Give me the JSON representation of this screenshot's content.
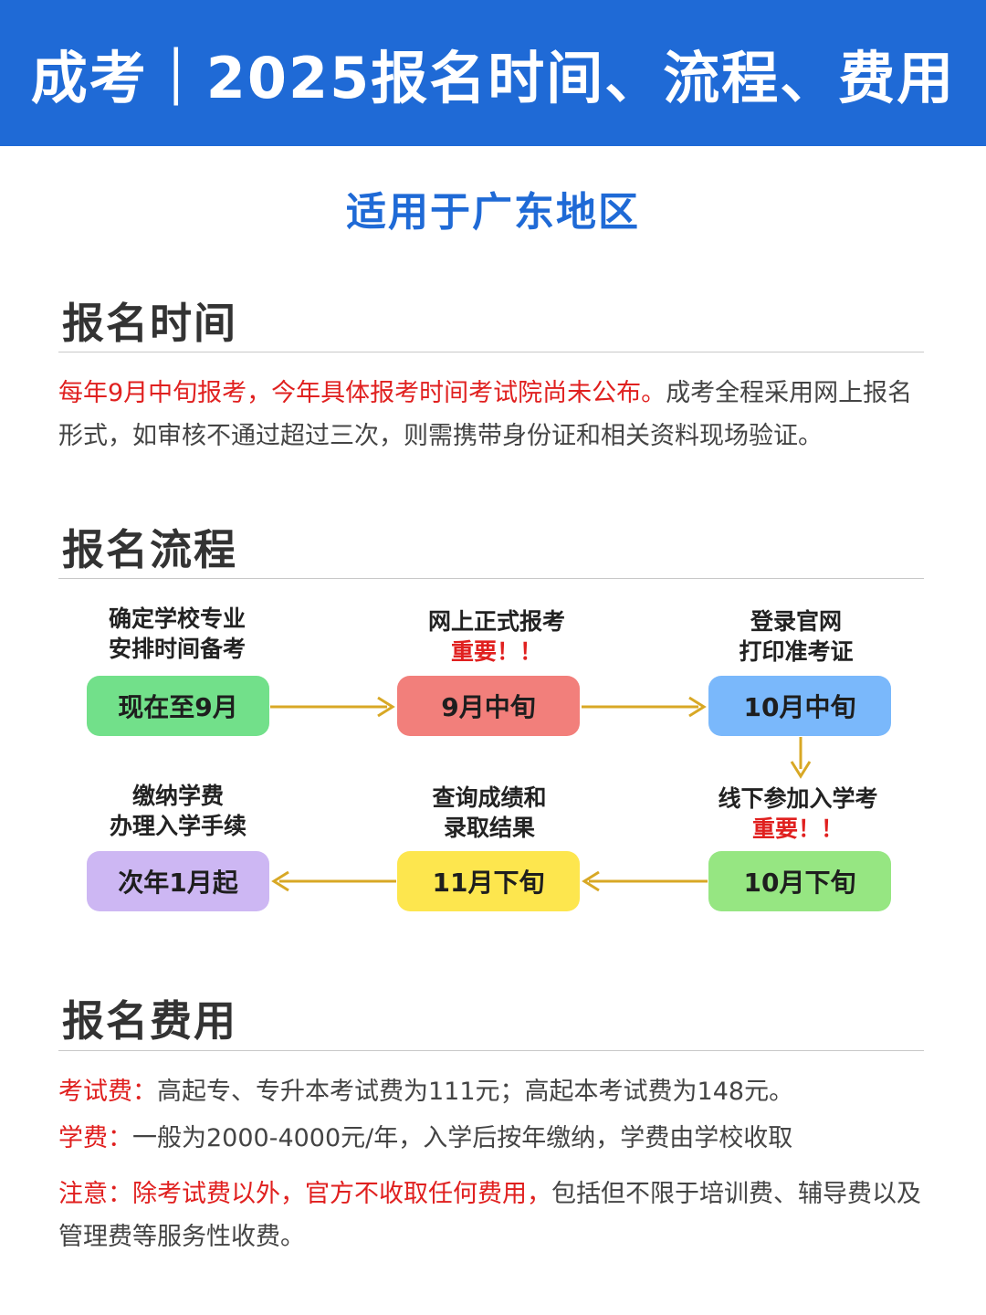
{
  "header": {
    "title": "成考｜2025报名时间、流程、费用"
  },
  "region": "适用于广东地区",
  "sections": {
    "time": {
      "heading": "报名时间",
      "highlight": "每年9月中旬报考，今年具体报考时间考试院尚未公布。",
      "body": "成考全程采用网上报名形式，如审核不通过超过三次，则需携带身份证和相关资料现场验证。"
    },
    "process": {
      "heading": "报名流程",
      "steps": [
        {
          "label_line1": "确定学校专业",
          "label_line2": "安排时间备考",
          "important": "",
          "box": "现在至9月",
          "color": "#72e08a"
        },
        {
          "label_line1": "网上正式报考",
          "label_line2": "",
          "important": "重要！！",
          "box": "9月中旬",
          "color": "#f27f7b"
        },
        {
          "label_line1": "登录官网",
          "label_line2": "打印准考证",
          "important": "",
          "box": "10月中旬",
          "color": "#7ab8fb"
        },
        {
          "label_line1": "线下参加入学考",
          "label_line2": "",
          "important": "重要！！",
          "box": "10月下旬",
          "color": "#96e682"
        },
        {
          "label_line1": "查询成绩和",
          "label_line2": "录取结果",
          "important": "",
          "box": "11月下旬",
          "color": "#fde64e"
        },
        {
          "label_line1": "缴纳学费",
          "label_line2": "办理入学手续",
          "important": "",
          "box": "次年1月起",
          "color": "#cdb7f3"
        }
      ],
      "arrow_color": "#d8a825"
    },
    "fees": {
      "heading": "报名费用",
      "exam_label": "考试费：",
      "exam_text": "高起专、专升本考试费为111元；高起本考试费为148元。",
      "tuition_label": "学费：",
      "tuition_text": "一般为2000-4000元/年，入学后按年缴纳，学费由学校收取",
      "note_label": "注意：",
      "note_highlight": "除考试费以外，官方不收取任何费用，",
      "note_text": "包括但不限于培训费、辅导费以及管理费等服务性收费。"
    }
  }
}
